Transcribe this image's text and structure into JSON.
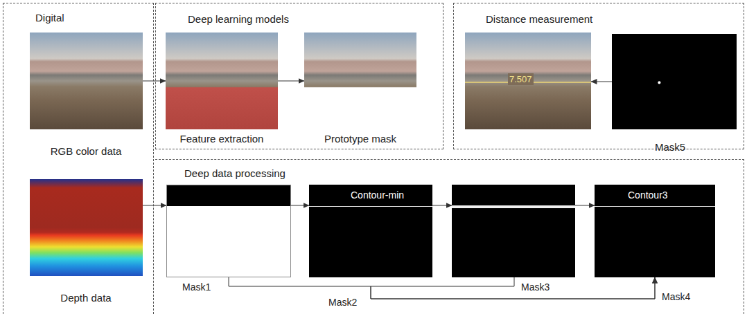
{
  "diagram": {
    "nodes": [
      {
        "text": [
          "Digital"
        ]
      },
      {
        "text": [
          "RGB color data"
        ],
        "in": 0
      },
      {
        "text": [
          "Depth data"
        ],
        "in": 0
      },
      {
        "text": [
          "Deep learning models"
        ]
      },
      {
        "text": [
          "Feature extraction"
        ],
        "in": 3
      },
      {
        "text": [
          "Prototype mask"
        ],
        "in": 3
      },
      {
        "text": [
          "Distance measurement"
        ]
      },
      {
        "text": [
          "7.507"
        ],
        "in": 6
      },
      {
        "text": [
          "Mask5"
        ],
        "in": 6
      },
      {
        "text": [
          "Deep data processing"
        ]
      },
      {
        "text": [
          "Mask1"
        ],
        "in": 9
      },
      {
        "text": [
          "Contour-min",
          "Mask2"
        ],
        "in": 9
      },
      {
        "text": [
          "Mask3"
        ],
        "in": 9
      },
      {
        "text": [
          "Contour3",
          "Mask4"
        ],
        "in": 9
      }
    ],
    "edges": [
      {
        "from": 1,
        "to": 4,
        "arrow": "to"
      },
      {
        "from": 4,
        "to": 5,
        "arrow": "to"
      },
      {
        "from": 8,
        "to": 7,
        "arrow": "to"
      },
      {
        "from": 2,
        "to": 10,
        "arrow": "to"
      },
      {
        "from": 10,
        "to": 11,
        "arrow": "to"
      },
      {
        "from": 11,
        "to": 12,
        "arrow": "to"
      },
      {
        "from": 12,
        "to": 13,
        "arrow": "to"
      },
      {
        "from": 10,
        "to": 13,
        "arrow": "to"
      },
      {
        "from": 12,
        "to": 13,
        "arrow": "to"
      }
    ]
  }
}
